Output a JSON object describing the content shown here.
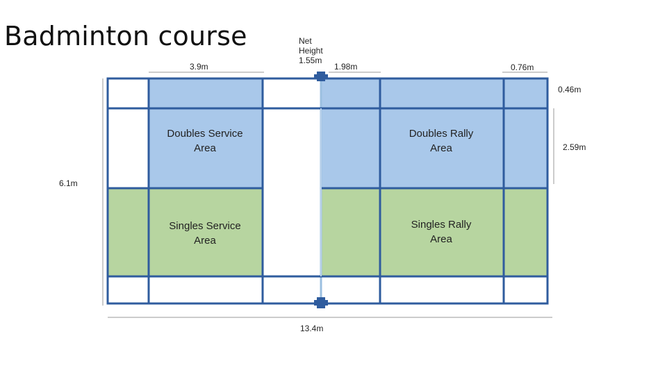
{
  "title": "Badminton course",
  "dimensions": {
    "service_line": "3.9m",
    "net_height": "Net\nHeight\n1.55m",
    "doubles_service": "1.98m",
    "back_line": "0.76m",
    "side_alley": "0.46m",
    "half_width": "2.59m",
    "width": "6.1m",
    "length": "13.4m"
  },
  "areas": {
    "doubles_service": "Doubles Service\nArea",
    "doubles_rally": "Doubles Rally\nArea",
    "singles_service": "Singles Service\nArea",
    "singles_rally": "Singles Rally\nArea"
  },
  "colors": {
    "line": "#2f5c9e",
    "doubles_fill": "#a9c8ea",
    "singles_fill": "#b7d5a0",
    "post": "#2f5c9e"
  }
}
